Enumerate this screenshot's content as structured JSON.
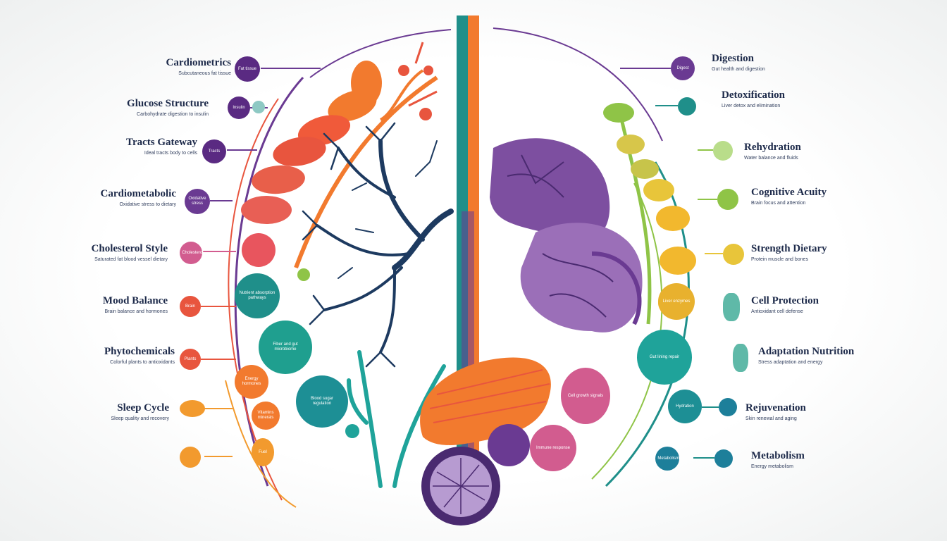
{
  "left_labels": [
    {
      "title": "Cardiometrics",
      "sub": "Subcutaneous fat tissue"
    },
    {
      "title": "Glucose Structure",
      "sub": "Carbohydrate digestion to insulin"
    },
    {
      "title": "Tracts Gateway",
      "sub": "Ideal tracts body to cells"
    },
    {
      "title": "Cardiometabolic",
      "sub": "Oxidative stress to dietary"
    },
    {
      "title": "Cholesterol Style",
      "sub": "Saturated fat blood vessel dietary"
    },
    {
      "title": "Mood Balance",
      "sub": "Brain balance and hormones"
    },
    {
      "title": "Phytochemicals",
      "sub": "Colorful plants to antioxidants"
    },
    {
      "title": "Sleep Cycle",
      "sub": "Sleep quality and recovery"
    }
  ],
  "right_labels": [
    {
      "title": "Digestion",
      "sub": "Gut health and digestion"
    },
    {
      "title": "Detoxification",
      "sub": "Liver detox and elimination"
    },
    {
      "title": "Rehydration",
      "sub": "Water balance and fluids"
    },
    {
      "title": "Cognitive Acuity",
      "sub": "Brain focus and attention"
    },
    {
      "title": "Strength Dietary",
      "sub": "Protein muscle and bones"
    },
    {
      "title": "Cell Protection",
      "sub": "Antioxidant cell defense"
    },
    {
      "title": "Adaptation Nutrition",
      "sub": "Stress adaptation and energy"
    },
    {
      "title": "Rejuvenation",
      "sub": "Skin renewal and aging"
    },
    {
      "title": "Metabolism",
      "sub": "Energy metabolism"
    }
  ],
  "left_nodes": [
    {
      "text": "Fat tissue",
      "color": "#5a2a82"
    },
    {
      "text": "Insulin",
      "color": "#5a2a82"
    },
    {
      "text": "Tracts",
      "color": "#5a2a82"
    },
    {
      "text": "Oxidative stress",
      "color": "#6a3a92"
    },
    {
      "text": "Cholesterol",
      "color": "#d25c8f"
    },
    {
      "text": "Brain",
      "color": "#e8553e"
    },
    {
      "text": "Plants",
      "color": "#e8553e"
    },
    {
      "text": "",
      "color": "#f29a2e"
    },
    {
      "text": "",
      "color": "#f29a2e"
    }
  ],
  "right_nodes": [
    {
      "text": "Digest",
      "color": "#6a3a92"
    },
    {
      "text": "",
      "color": "#1f8f8a"
    },
    {
      "text": "",
      "color": "#8fc447"
    },
    {
      "text": "",
      "color": "#8fc447"
    },
    {
      "text": "",
      "color": "#e8c53a"
    },
    {
      "text": "",
      "color": "#5fb9a8"
    },
    {
      "text": "",
      "color": "#5fb9a8"
    },
    {
      "text": "",
      "color": "#1d7f9a"
    },
    {
      "text": "Metabolism",
      "color": "#1d7f9a"
    }
  ],
  "bubbles": [
    {
      "text": "Nutrient absorption pathways",
      "color": "#1f8f8a"
    },
    {
      "text": "Fiber and gut microbiome",
      "color": "#1f9f8f"
    },
    {
      "text": "Energy hormones",
      "color": "#f27a2e"
    },
    {
      "text": "Vitamins minerals",
      "color": "#f27a2e"
    },
    {
      "text": "Blood sugar regulation",
      "color": "#1d8f95"
    },
    {
      "text": "Cell growth signals",
      "color": "#d25c8f"
    },
    {
      "text": "",
      "color": "#6a3a92"
    },
    {
      "text": "Immune response",
      "color": "#d25c8f"
    },
    {
      "text": "Liver enzymes",
      "color": "#e8b12e"
    },
    {
      "text": "Gut lining repair",
      "color": "#1fa39a"
    },
    {
      "text": "Hydration",
      "color": "#1d8f95"
    },
    {
      "text": "Fuel",
      "color": "#f29a2e"
    }
  ],
  "colors": {
    "navy": "#1d2a4a",
    "teal": "#1f8f8a",
    "orange": "#f27a2e",
    "purple": "#6a3a92",
    "green": "#8fc447"
  }
}
